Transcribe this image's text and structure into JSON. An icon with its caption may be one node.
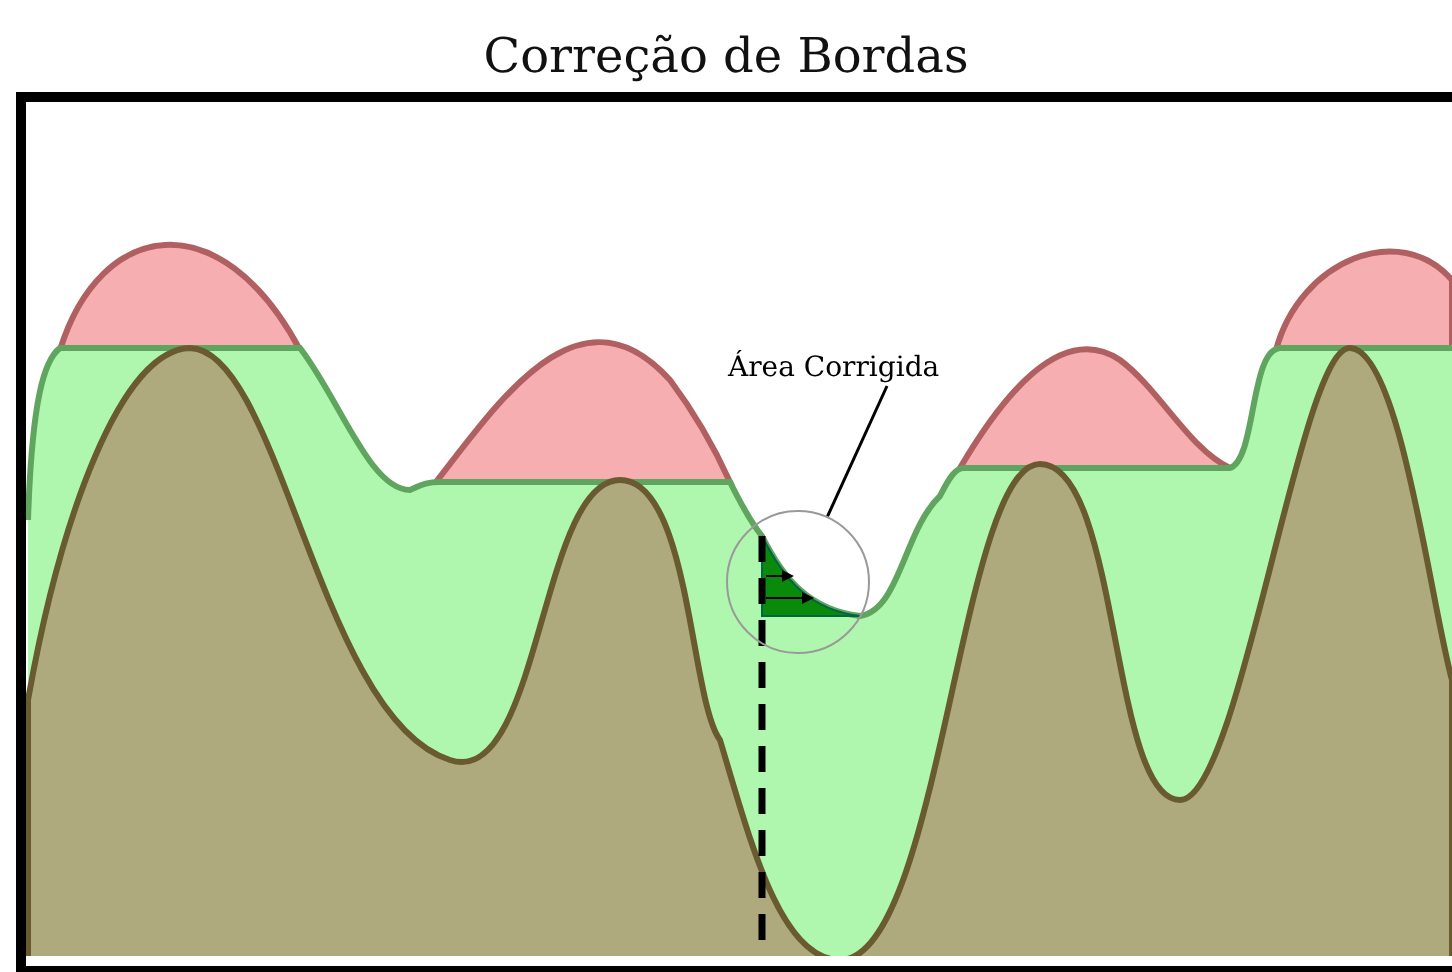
{
  "diagram": {
    "title": "Correção de Bordas",
    "nodes": [
      {
        "text": [
          "Área Corrigida"
        ]
      },
      {
        "text": [],
        "shape": "circle"
      }
    ],
    "edges": [
      {
        "from": 0,
        "to": 1,
        "arrow": "none"
      }
    ]
  }
}
